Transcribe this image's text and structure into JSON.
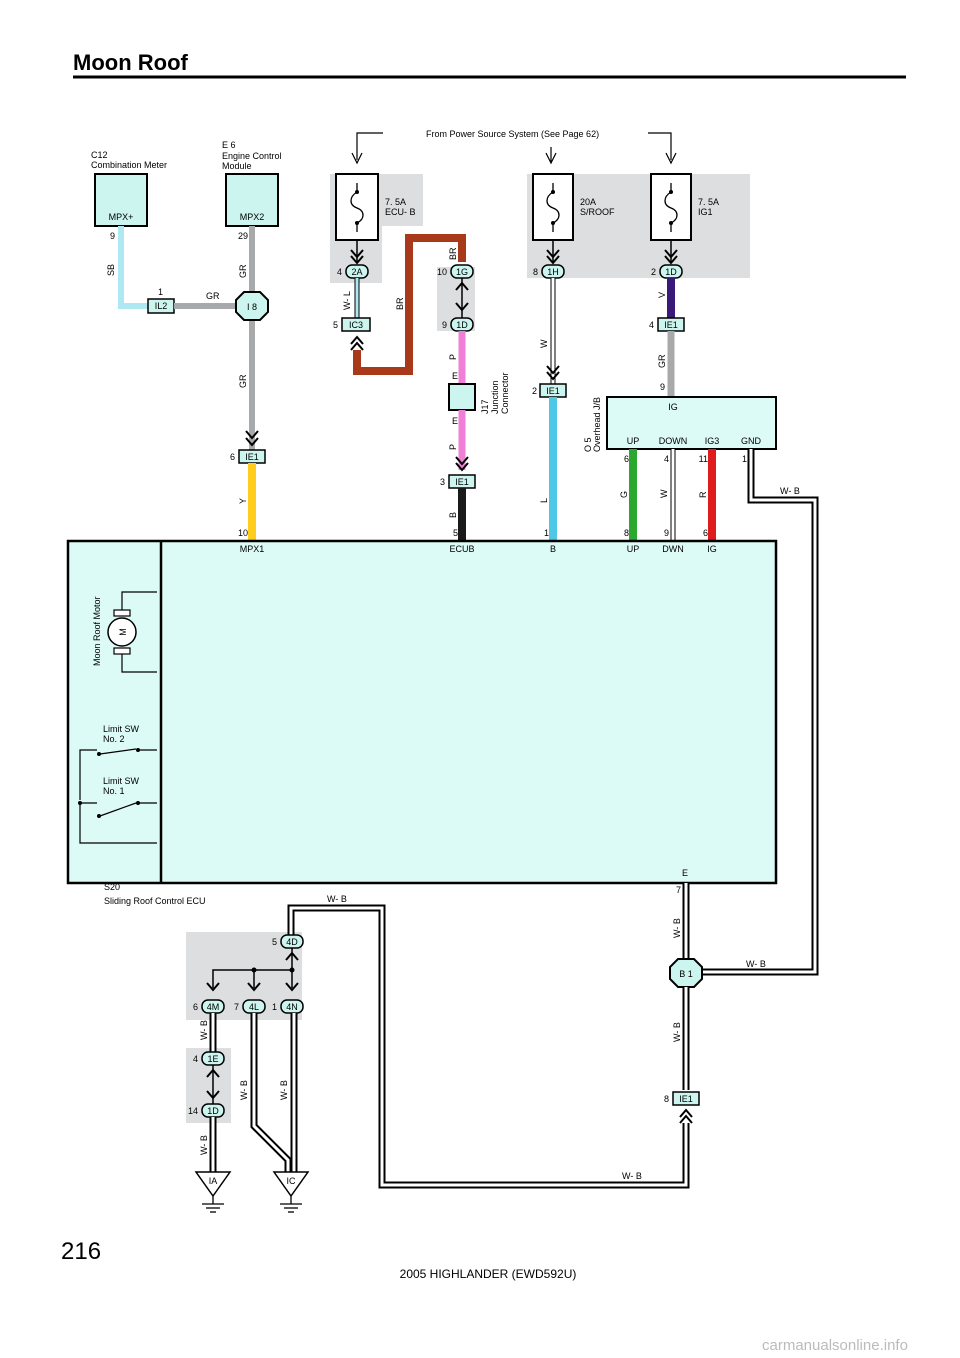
{
  "page": {
    "title": "Moon Roof",
    "page_number": "216",
    "footer": "2005 HIGHLANDER (EWD592U)",
    "watermark": "carmanualsonline.info"
  },
  "power": {
    "label": "From Power Source System (See Page 62)"
  },
  "components": {
    "c12": {
      "code": "C12",
      "name": "Combination Meter",
      "terminal": "MPX+",
      "pin": "9"
    },
    "e6": {
      "code": "E 6",
      "name_line1": "Engine Control",
      "name_line2": "Module",
      "terminal": "MPX2",
      "pin": "29"
    },
    "j17": {
      "code": "J17",
      "name_line1": "Junction",
      "name_line2": "Connector",
      "e1": "E",
      "e2": "E"
    },
    "o5": {
      "code": "O 5",
      "name": "Overhead J/B",
      "ig": "IG",
      "up": "UP",
      "down": "DOWN",
      "ig3": "IG3",
      "gnd": "GND",
      "pin_up": "6",
      "pin_down": "4",
      "pin_ig3": "11",
      "pin_gnd": "1",
      "pin_ig": "9"
    },
    "s20": {
      "code": "S20",
      "name": "Sliding Roof Control ECU",
      "mpx1": "MPX1",
      "ecub": "ECUB",
      "b": "B",
      "up": "UP",
      "dwn": "DWN",
      "ig": "IG",
      "e": "E",
      "pin_mpx1": "10",
      "pin_ecub": "5",
      "pin_b": "1",
      "pin_up": "8",
      "pin_dwn": "9",
      "pin_ig": "6",
      "pin_e": "7"
    },
    "motor": {
      "label": "Moon Roof Motor",
      "symbol": "M"
    },
    "limit_sw2": {
      "line1": "Limit SW",
      "line2": "No. 2"
    },
    "limit_sw1": {
      "line1": "Limit SW",
      "line2": "No. 1"
    }
  },
  "fuses": {
    "ecub": {
      "rating": "7. 5A",
      "name": "ECU- B"
    },
    "sroof": {
      "rating": "20A",
      "name": "S/ROOF"
    },
    "ig1": {
      "rating": "7. 5A",
      "name": "IG1"
    }
  },
  "connectors": {
    "il2": {
      "label": "IL2",
      "pin": "1"
    },
    "i8": {
      "label": "I 8"
    },
    "ie1_y": {
      "label": "IE1",
      "pin": "6"
    },
    "c2a": {
      "label": "2A",
      "pin": "4"
    },
    "ic3": {
      "label": "IC3",
      "pin": "5"
    },
    "c1g": {
      "label": "1G",
      "pin": "10"
    },
    "c1d_p": {
      "label": "1D",
      "pin": "9"
    },
    "ie1_b": {
      "label": "IE1",
      "pin": "3"
    },
    "c1h": {
      "label": "1H",
      "pin": "8"
    },
    "ie1_l": {
      "label": "IE1",
      "pin": "2"
    },
    "c1d_v": {
      "label": "1D",
      "pin": "2"
    },
    "ie1_gr": {
      "label": "IE1",
      "pin": "4"
    },
    "c4d": {
      "label": "4D",
      "pin": "5"
    },
    "c4m": {
      "label": "4M",
      "pin": "6"
    },
    "c4l": {
      "label": "4L",
      "pin": "7"
    },
    "c4n": {
      "label": "4N",
      "pin": "1"
    },
    "c1e": {
      "label": "1E",
      "pin": "4"
    },
    "c1d_g": {
      "label": "1D",
      "pin": "14"
    },
    "b1": {
      "label": "B 1"
    },
    "ie1_g": {
      "label": "IE1",
      "pin": "8"
    }
  },
  "grounds": {
    "ia": "IA",
    "ic": "IC"
  },
  "wires": {
    "sb": "SB",
    "gr": "GR",
    "y": "Y",
    "wl": "W- L",
    "br": "BR",
    "p": "P",
    "b": "B",
    "w": "W",
    "l": "L",
    "v": "V",
    "g": "G",
    "r": "R",
    "wb": "W- B"
  },
  "colors": {
    "sb": "#aee8f3",
    "gr": "#a7a9ab",
    "y": "#ffcd1e",
    "br": "#a8391a",
    "p": "#f07fd6",
    "b": "#1a1a1a",
    "l": "#4ec8e6",
    "v": "#3a1a78",
    "g": "#2aa830",
    "r": "#e01b1b",
    "ecu_fill": "#dcfaf6",
    "shade": "#dcdedf",
    "conn_fill": "#ccf5f0"
  }
}
